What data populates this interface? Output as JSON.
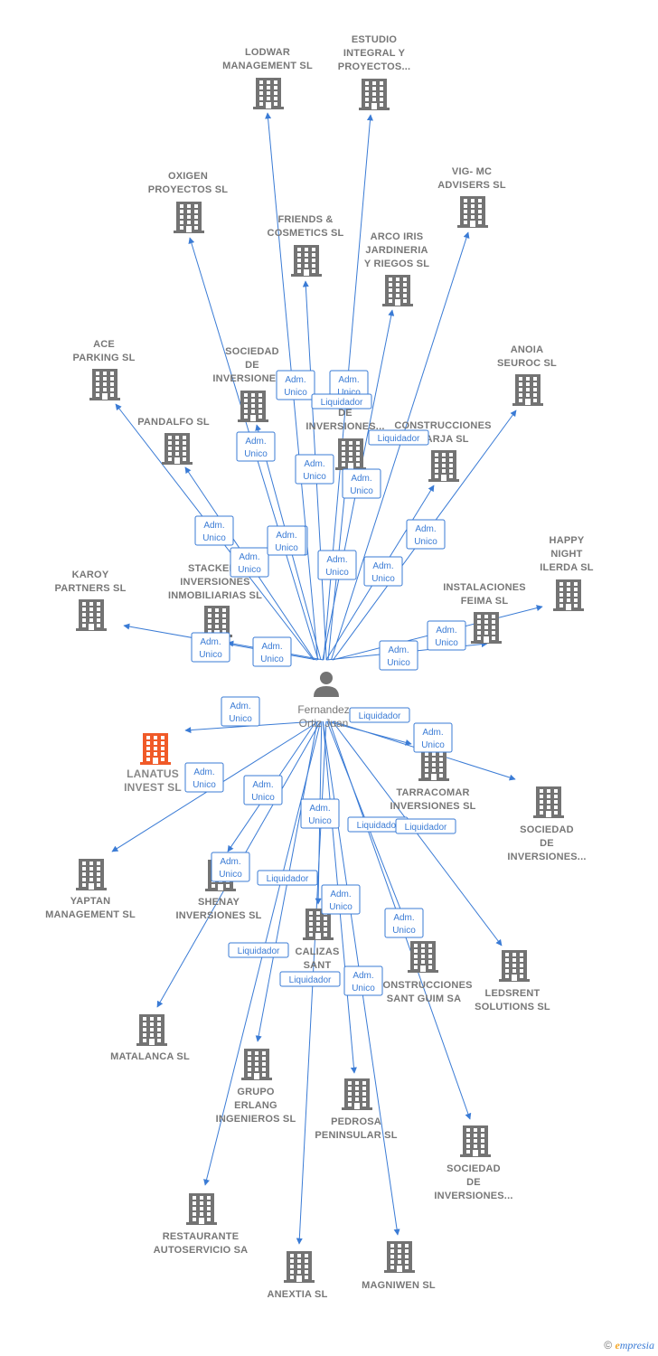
{
  "colors": {
    "edge": "#3a7bd5",
    "building": "#737373",
    "building_highlight": "#f05a28",
    "label": "#777777"
  },
  "center": {
    "name_lines": [
      "Fernandez",
      "Ortiz Juan"
    ],
    "icon": "person-icon"
  },
  "companies": [
    {
      "id": "lodwar",
      "lines": [
        "LODWAR",
        "MANAGEMENT SL"
      ]
    },
    {
      "id": "estudio",
      "lines": [
        "ESTUDIO",
        "INTEGRAL Y",
        "PROYECTOS..."
      ]
    },
    {
      "id": "oxigen",
      "lines": [
        "OXIGEN",
        "PROYECTOS SL"
      ]
    },
    {
      "id": "vig",
      "lines": [
        "VIG- MC",
        "ADVISERS SL"
      ]
    },
    {
      "id": "friends",
      "lines": [
        "FRIENDS &",
        "COSMETICS SL"
      ]
    },
    {
      "id": "arco",
      "lines": [
        "ARCO IRIS",
        "JARDINERIA",
        "Y RIEGOS SL"
      ]
    },
    {
      "id": "ace",
      "lines": [
        "ACE",
        "PARKING  SL"
      ]
    },
    {
      "id": "sociedad1",
      "lines": [
        "SOCIEDAD",
        "DE",
        "INVERSIONES..."
      ]
    },
    {
      "id": "anoia",
      "lines": [
        "ANOIA",
        "SEUROC SL"
      ]
    },
    {
      "id": "estudio2",
      "lines": [
        "ESTUDIO",
        "DE",
        "INVERSIONES..."
      ]
    },
    {
      "id": "pandalfo",
      "lines": [
        "PANDALFO SL"
      ]
    },
    {
      "id": "construcciones_marja",
      "lines": [
        "CONSTRUCCIONES",
        "MARJA SL"
      ]
    },
    {
      "id": "happy",
      "lines": [
        "HAPPY",
        "NIGHT",
        "ILERDA SL"
      ]
    },
    {
      "id": "karoy",
      "lines": [
        "KAROY",
        "PARTNERS SL"
      ]
    },
    {
      "id": "stackele",
      "lines": [
        "STACKELE",
        "INVERSIONES",
        "INMOBILIARIAS SL"
      ]
    },
    {
      "id": "feima",
      "lines": [
        "INSTALACIONES",
        "FEIMA SL"
      ]
    },
    {
      "id": "lanatus",
      "lines": [
        "LANATUS",
        "INVEST  SL"
      ],
      "highlight": true
    },
    {
      "id": "tarracomar",
      "lines": [
        "TARRACOMAR",
        "INVERSIONES SL"
      ]
    },
    {
      "id": "sociedad2",
      "lines": [
        "SOCIEDAD",
        "DE",
        "INVERSIONES..."
      ]
    },
    {
      "id": "yaptan",
      "lines": [
        "YAPTAN",
        "MANAGEMENT SL"
      ]
    },
    {
      "id": "shenay",
      "lines": [
        "SHENAY",
        "INVERSIONES SL"
      ]
    },
    {
      "id": "calizas",
      "lines": [
        "CALIZAS",
        "SANT",
        "..."
      ]
    },
    {
      "id": "construcciones_sant_guim",
      "lines": [
        "CONSTRUCCIONES",
        "SANT GUIM SA"
      ]
    },
    {
      "id": "ledsrent",
      "lines": [
        "LEDSRENT",
        "SOLUTIONS SL"
      ]
    },
    {
      "id": "matalanca",
      "lines": [
        "MATALANCA SL"
      ]
    },
    {
      "id": "erlang",
      "lines": [
        "GRUPO",
        "ERLANG",
        "INGENIEROS SL"
      ]
    },
    {
      "id": "pedrosa",
      "lines": [
        "PEDROSA",
        "PENINSULAR SL"
      ]
    },
    {
      "id": "sociedad3",
      "lines": [
        "SOCIEDAD",
        "DE",
        "INVERSIONES..."
      ]
    },
    {
      "id": "restaurante",
      "lines": [
        "RESTAURANTE",
        "AUTOSERVICIO SA"
      ]
    },
    {
      "id": "anextia",
      "lines": [
        "ANEXTIA SL"
      ]
    },
    {
      "id": "magniwen",
      "lines": [
        "MAGNIWEN SL"
      ]
    }
  ],
  "relations": {
    "adm": [
      "Adm.",
      "Unico"
    ],
    "liquidador": "Liquidador"
  },
  "edges": [
    {
      "to": "lodwar",
      "role": "adm"
    },
    {
      "to": "estudio",
      "role": "adm"
    },
    {
      "to": "oxigen",
      "role": "adm"
    },
    {
      "to": "vig",
      "role": "liquidador"
    },
    {
      "to": "friends",
      "role": "adm"
    },
    {
      "to": "arco",
      "role": "adm"
    },
    {
      "to": "ace",
      "role": "adm"
    },
    {
      "to": "sociedad1",
      "role": "adm"
    },
    {
      "to": "anoia",
      "role": "adm"
    },
    {
      "to": "estudio2",
      "role": "adm"
    },
    {
      "to": "pandalfo",
      "role": "adm"
    },
    {
      "to": "construcciones_marja",
      "role": "adm"
    },
    {
      "to": "happy",
      "role": "adm"
    },
    {
      "to": "karoy",
      "role": "adm"
    },
    {
      "to": "stackele",
      "role": "adm"
    },
    {
      "to": "feima",
      "role": "adm"
    },
    {
      "to": "lanatus",
      "role": "adm"
    },
    {
      "to": "tarracomar",
      "role": "liquidador"
    },
    {
      "to": "sociedad2",
      "role": "adm"
    },
    {
      "to": "yaptan",
      "role": "adm"
    },
    {
      "to": "shenay",
      "role": "adm"
    },
    {
      "to": "calizas",
      "role": "adm"
    },
    {
      "to": "construcciones_sant_guim",
      "role": "liquidador"
    },
    {
      "to": "ledsrent",
      "role": "liquidador"
    },
    {
      "to": "matalanca",
      "role": "adm"
    },
    {
      "to": "erlang",
      "role": "liquidador"
    },
    {
      "to": "pedrosa",
      "role": "adm"
    },
    {
      "to": "sociedad3",
      "role": "adm"
    },
    {
      "to": "restaurante",
      "role": "liquidador"
    },
    {
      "to": "anextia",
      "role": "liquidador"
    },
    {
      "to": "magniwen",
      "role": "adm"
    }
  ],
  "footer": {
    "copyright": "©",
    "brand_initial": "e",
    "brand_rest": "mpresia"
  }
}
